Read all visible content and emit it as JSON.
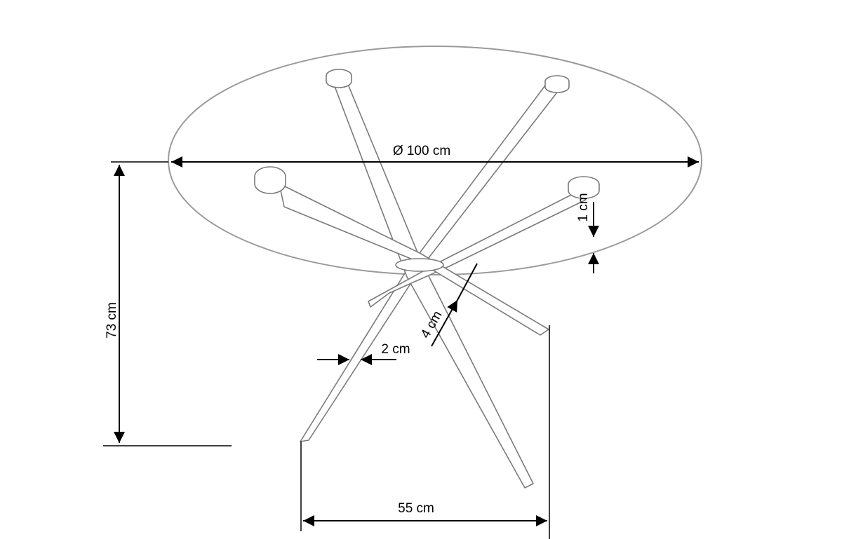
{
  "product": {
    "name": "round glass dining table with crossed legs",
    "stroke_color": "#7a7a7a",
    "dimension_color": "#000000"
  },
  "dimensions": {
    "diameter": "Ø 100 cm",
    "height": "73 cm",
    "top_thickness": "1 cm",
    "leg_width": "4 cm",
    "leg_thickness": "2 cm",
    "base_width": "55 cm"
  }
}
